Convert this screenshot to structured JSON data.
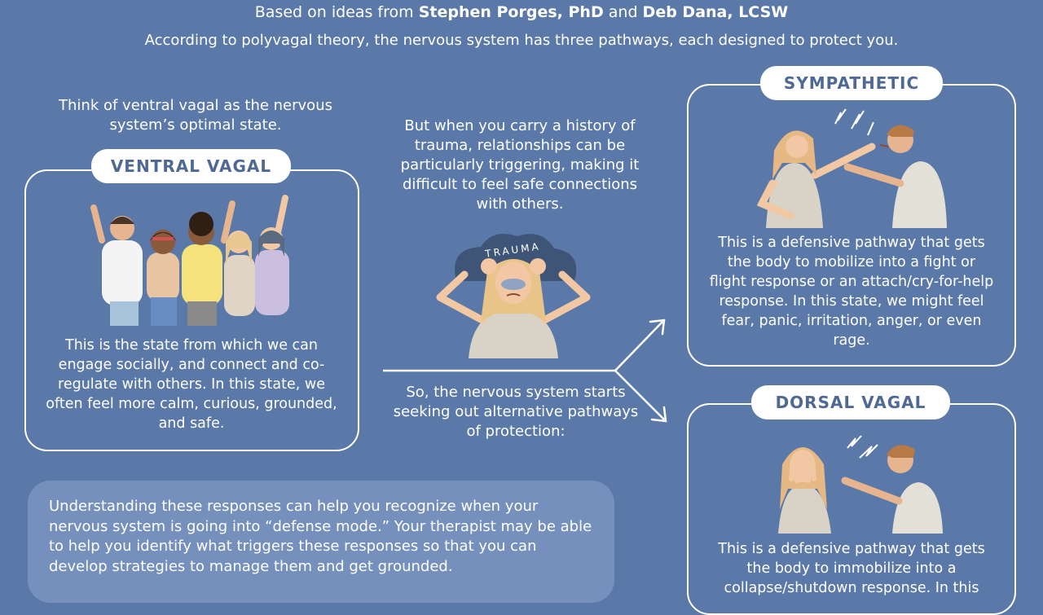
{
  "header": {
    "credit_prefix": "Based on ideas from ",
    "author1": "Stephen Porges, PhD",
    "credit_and": " and ",
    "author2": "Deb Dana, LCSW",
    "intro": "According to polyvagal theory, the nervous system has three pathways, each designed to protect you."
  },
  "ventral": {
    "caption": "Think of ventral vagal as the nervous system’s optimal state.",
    "title": "VENTRAL VAGAL",
    "description": "This is the state from which we can engage socially, and connect and co-regulate with others. In this state, we often feel more calm, curious, grounded, and safe."
  },
  "trauma": {
    "text": "But when you carry a history of trauma, relationships can be particularly triggering, making it difficult to feel safe connections with others.",
    "cloud_label": "TRAUMA"
  },
  "transition": {
    "text": "So, the nervous system starts seeking out alternative pathways of protection:"
  },
  "sympathetic": {
    "title": "SYMPATHETIC",
    "description": "This is a defensive pathway that gets the body to mobilize into a fight or flight response or an attach/cry-for-help response. In this state, we might feel fear, panic, irritation, anger, or even rage."
  },
  "dorsal": {
    "title": "DORSAL VAGAL",
    "description": "This is a defensive pathway that gets the body to immobilize into a collapse/shutdown response. In this"
  },
  "bottom": {
    "text": "Understanding these responses can help you recognize when your nervous system is going into “defense mode.” Your therapist may be able to help you identify what triggers these responses so that you can develop strategies to manage them and get grounded."
  },
  "colors": {
    "background": "#5b79a8",
    "pill_text": "#4f6994",
    "bottom_box": "#7590bd"
  }
}
